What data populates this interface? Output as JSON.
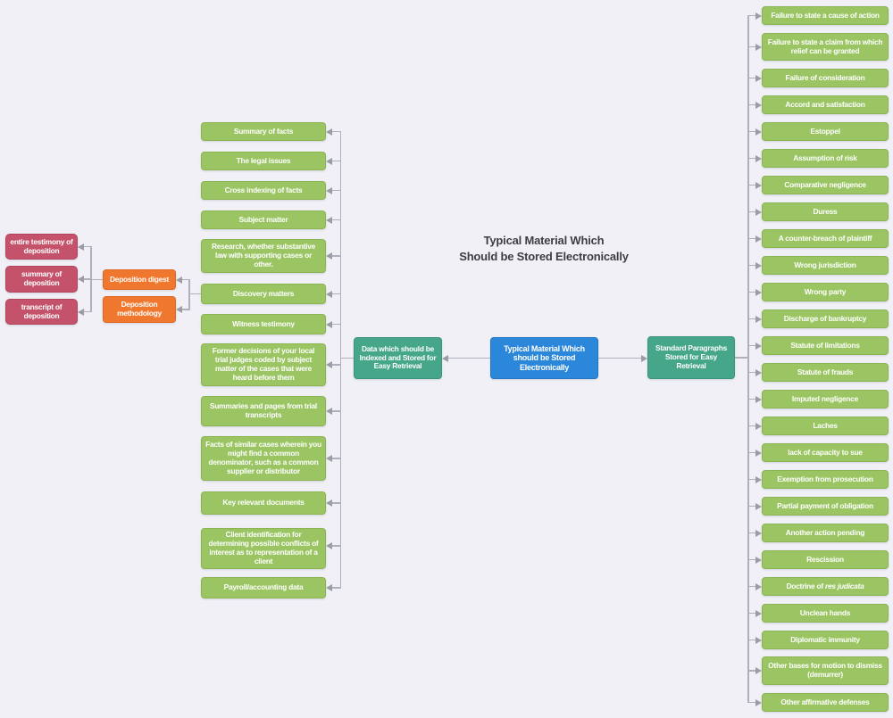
{
  "title": {
    "line1": "Typical Material Which",
    "line2": "Should be Stored Electronically"
  },
  "center_node": {
    "label": "Typical Material Which should be Stored Electronically"
  },
  "left_branch": {
    "root": "Data which should be Indexed and Stored for Easy Retrieval",
    "items": [
      "Summary of facts",
      "The legal issues",
      "Cross indexing of facts",
      "Subject matter",
      "Research, whether substantive law with supporting cases or other.",
      "Discovery matters",
      "Witness testimony",
      "Former decisions of your local trial judges coded by subject matter of the cases that were heard before them",
      "Summaries and pages from trial transcripts",
      "Facts of similar cases wherein you might find a common denominator, such as a common supplier or distributor",
      "Key relevant documents",
      "Client identification for determining possible conflicts of interest as to representation of a client",
      "Payroll/accounting data"
    ]
  },
  "deposition": {
    "digest": "Deposition digest",
    "methodology": "Deposition methodology",
    "digest_children": [
      "entire testimony of deposition",
      "summary of deposition",
      "transcript of deposition"
    ]
  },
  "right_branch": {
    "root": "Standard Paragraphs Stored for Easy Retrieval",
    "items": [
      "Failure to state a cause of action",
      "Failure to state a claim from which relief can be granted",
      "Failure of consideration",
      "Accord and satisfaction",
      "Estoppel",
      "Assumption of risk",
      "Comparative negligence",
      "Duress",
      "A counter-breach of plaintiff",
      "Wrong jurisdiction",
      "Wrong party",
      "Discharge of bankruptcy",
      "Statute of limitations",
      "Statute of frauds",
      "Imputed negligence",
      "Laches",
      "lack of capacity to sue",
      "Exemption from prosecution",
      "Partial payment of obligation",
      "Another action pending",
      "Rescission",
      {
        "label": "Doctrine of res judicata",
        "italic": "res judicata"
      },
      "Unclean hands",
      "Diplomatic immunity",
      "Other bases for motion to dismiss (demurrer)",
      "Other affirmative defenses"
    ]
  },
  "colors": {
    "bg": "#f0f0f6",
    "green": "#9ac562",
    "teal": "#45a689",
    "blue": "#2b87d9",
    "orange": "#f0782e",
    "red": "#c5526b",
    "line": "#aeb1bb",
    "arrow": "#9a9da8",
    "title": "#3e3e42"
  }
}
